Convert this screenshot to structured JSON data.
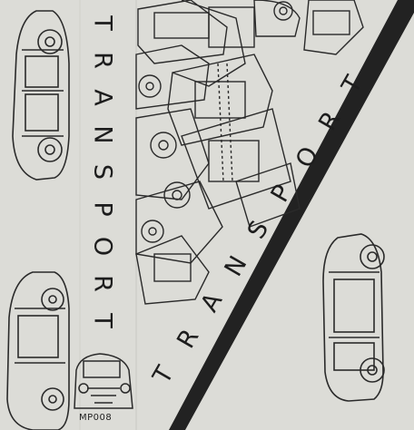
{
  "cover": {
    "spine_title": "TRANSPORT",
    "diagonal_title": "TRANSPORT",
    "catalog_number": "MP008"
  },
  "colors": {
    "paper": "#dcdcd7",
    "ink": "#1d1d1d",
    "stripe": "#222222"
  }
}
